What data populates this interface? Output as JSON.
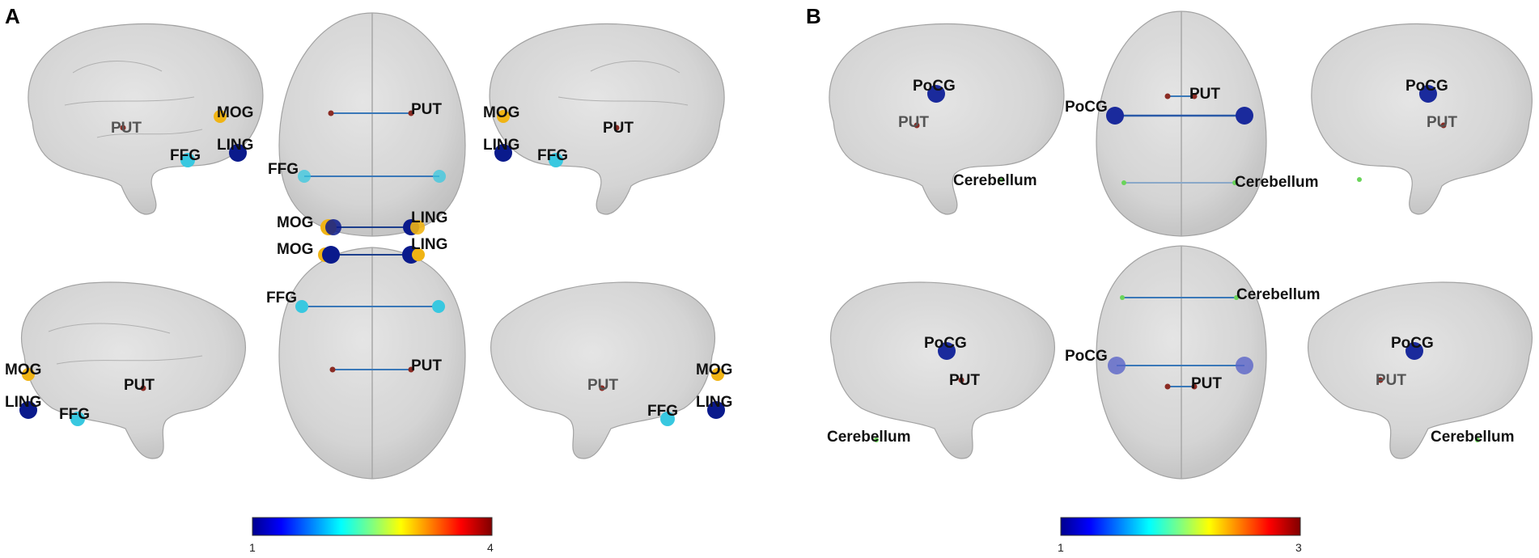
{
  "panels": [
    {
      "letter": "A",
      "colorbar": {
        "min": "1",
        "max": "4"
      },
      "colors": {
        "PUT": "#8b2c24",
        "FFG": "#38c8e0",
        "MOG": "#f0b414",
        "LING": "#0a1a8c",
        "edge": "#3a78b8"
      },
      "regions": {
        "PUT": "PUT",
        "FFG": "FFG",
        "MOG": "MOG",
        "LING": "LING"
      }
    },
    {
      "letter": "B",
      "colorbar": {
        "min": "1",
        "max": "3"
      },
      "colors": {
        "PUT": "#8b2c24",
        "PoCG": "#1a2a9c",
        "Cerebellum": "#6ad45a",
        "edge": "#3a78b8"
      },
      "regions": {
        "PUT": "PUT",
        "PoCG": "PoCG",
        "Cerebellum": "Cerebellum"
      }
    }
  ]
}
